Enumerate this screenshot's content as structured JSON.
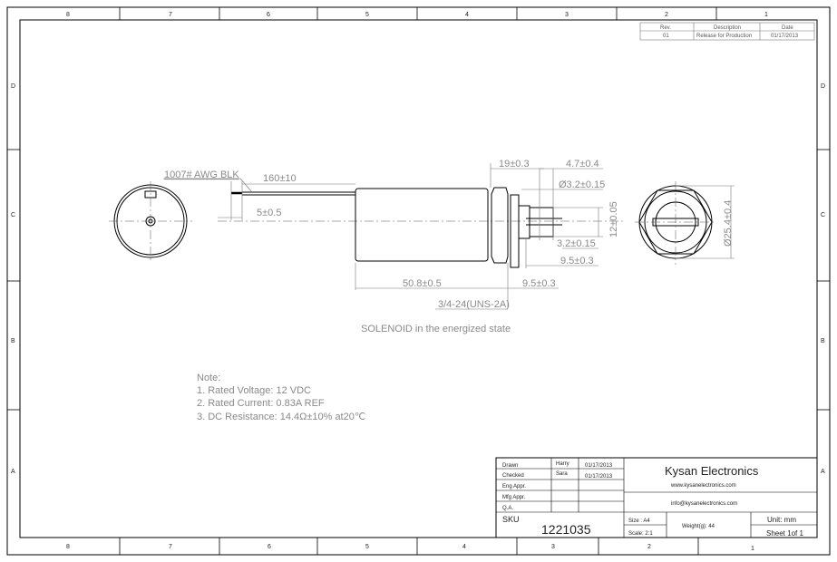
{
  "zones": {
    "columns": [
      "8",
      "7",
      "6",
      "5",
      "4",
      "3",
      "2",
      "1"
    ],
    "rows": [
      "D",
      "C",
      "B",
      "A"
    ]
  },
  "revision_table": {
    "headers": [
      "Rev.",
      "Description",
      "Date"
    ],
    "rows": [
      [
        "01",
        "Release for Production",
        "01/17/2013"
      ]
    ]
  },
  "drawing": {
    "wire_label": "1007# AWG BLK",
    "dims": {
      "wire_length": "160±10",
      "strip_length": "5±0.5",
      "flange_to_end": "19±0.3",
      "plunger_step": "4.7±0.4",
      "hole_dia": "Ø3.2±0.15",
      "plunger_dia": "12±0.05",
      "slot_width": "3.2±0.15",
      "plunger_len": "9.5±0.3",
      "body_length": "50.8±0.5",
      "thread_len": "9.5±0.3",
      "thread": "3/4-24(UNS-2A)",
      "body_dia": "Ø25.4±0.4"
    },
    "caption": "SOLENOID  in the energized state"
  },
  "notes": {
    "title": "Note:",
    "items": [
      "1. Rated Voltage: 12 VDC",
      "2. Rated Current: 0.83A REF",
      "3. DC Resistance: 14.4Ω±10% at20℃"
    ]
  },
  "title_block": {
    "rows": [
      {
        "label": "Drawn",
        "name": "Harry",
        "date": "01/17/2013"
      },
      {
        "label": "Checked",
        "name": "Sara",
        "date": "01/17/2013"
      },
      {
        "label": "Eng Appr.",
        "name": "",
        "date": ""
      },
      {
        "label": "Mfg Appr.",
        "name": "",
        "date": ""
      },
      {
        "label": "Q.A.",
        "name": "",
        "date": ""
      }
    ],
    "company": "Kysan Electronics",
    "website": "www.kysanelectronics.com",
    "email": "info@kysanelectronics.com",
    "sku_label": "SKU",
    "sku": "1221035",
    "size": "Size : A4",
    "scale": "Scale: 2:1",
    "weight": "Weight(g):  44",
    "unit": "Unit: mm",
    "sheet": "Sheet 1of 1"
  }
}
